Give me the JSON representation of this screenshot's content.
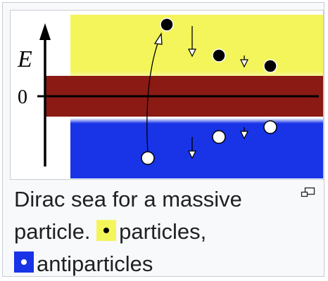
{
  "diagram": {
    "axis_label": "E",
    "zero_label": "0",
    "colors": {
      "positive_band": "#f4f55a",
      "gap_band": "#8b1a15",
      "negative_band": "#1834e6",
      "particle_fill": "#000000",
      "antiparticle_fill": "#ffffff"
    }
  },
  "caption": {
    "line1": "Dirac sea for a massive",
    "line2_text": "particle.",
    "particles_label": "particles,",
    "antiparticles_label": "antiparticles",
    "particle_swatch_color": "#f4f55a",
    "antiparticle_swatch_color": "#1834e6"
  },
  "magnify_icon": "magnify-clip-icon"
}
